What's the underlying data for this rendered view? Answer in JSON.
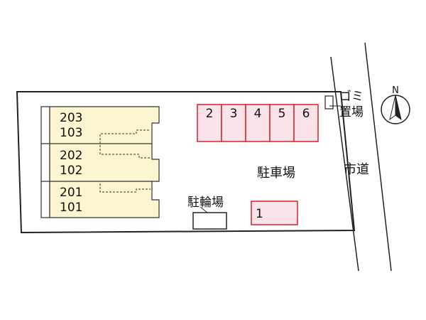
{
  "units": [
    {
      "upper": "203",
      "lower": "103"
    },
    {
      "upper": "202",
      "lower": "102"
    },
    {
      "upper": "201",
      "lower": "101"
    }
  ],
  "parking": {
    "row_spaces": [
      "2",
      "3",
      "4",
      "5",
      "6"
    ],
    "single_space": "1",
    "label": "駐車場"
  },
  "bicycle_parking": "駐輪場",
  "garbage": {
    "line1": "ゴミ",
    "line2": "置場"
  },
  "road": "市道",
  "north": "N",
  "colors": {
    "building_fill": "#fbf6cf",
    "parking_fill": "#fbe3ea",
    "parking_stroke": "#d8232a",
    "outline": "#222222"
  }
}
